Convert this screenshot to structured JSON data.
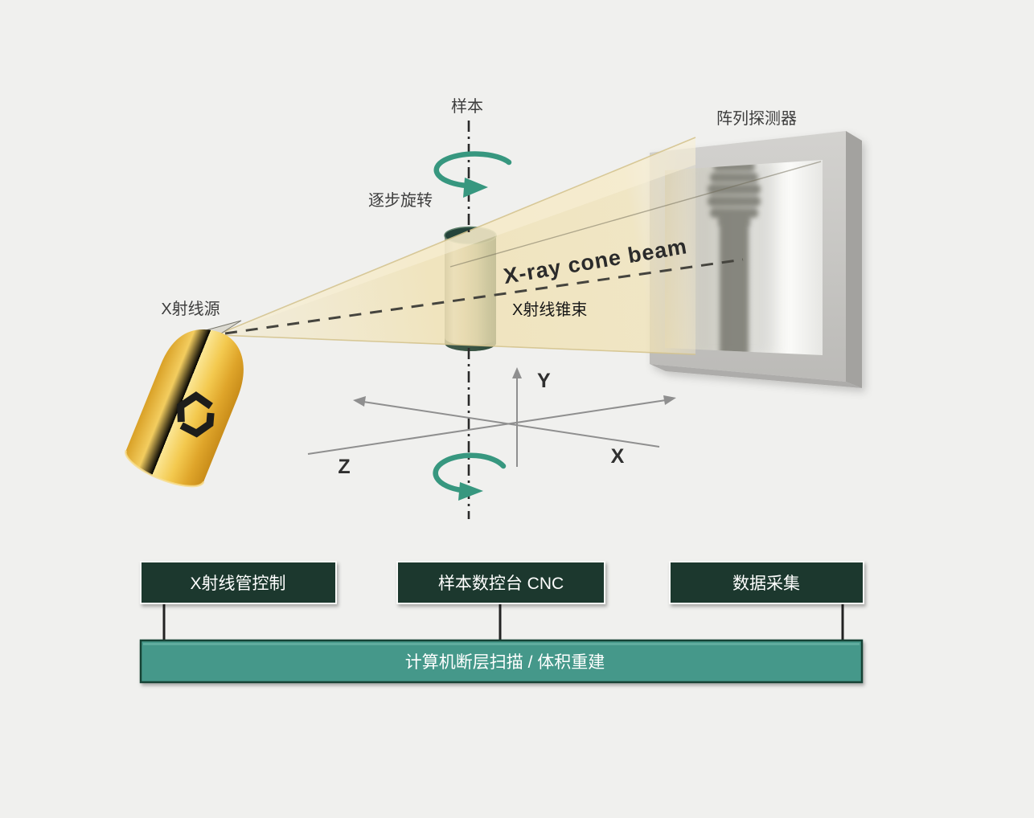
{
  "diagram": {
    "labels": {
      "sample": "样本",
      "step_rotation": "逐步旋转",
      "xray_source": "X射线源",
      "detector": "阵列探测器"
    },
    "beam": {
      "label_en": "X-ray cone beam",
      "label_zh": "X射线锥束"
    },
    "axes": {
      "x": "X",
      "y": "Y",
      "z": "Z"
    },
    "control_boxes": [
      {
        "label": "X射线管控制"
      },
      {
        "label": "样本数控台 CNC"
      },
      {
        "label": "数据采集"
      }
    ],
    "reconstruction_box": {
      "label": "计算机断层扫描 / 体积重建"
    },
    "colors": {
      "background": "#f0f0ee",
      "accent_teal_arrow": "#37977f",
      "box_dark_green": "#1d392d",
      "box_teal": "#44988a",
      "beam_yellow": "#f0e2b4",
      "source_gold": "#eebc3f",
      "detector_gray": "#c6c5c2"
    }
  }
}
